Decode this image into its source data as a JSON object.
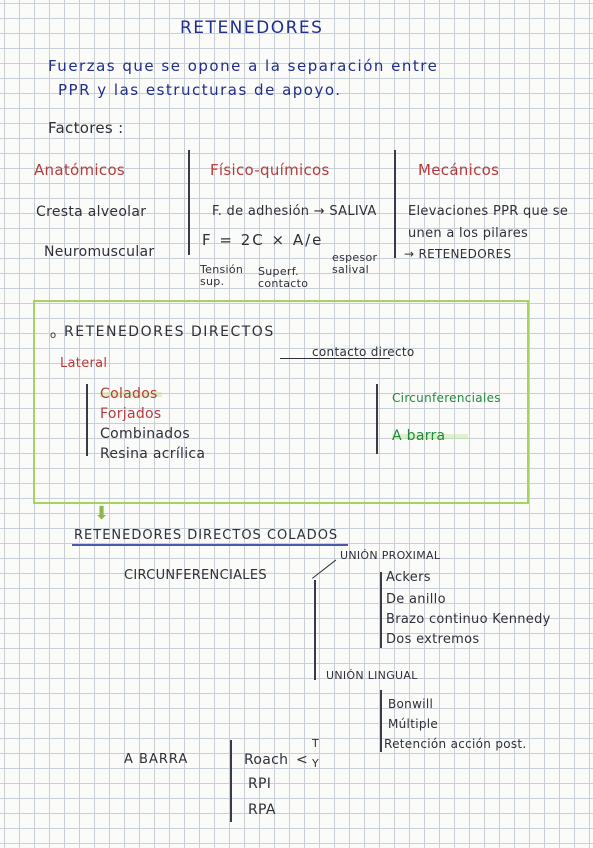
{
  "title": "RETENEDORES",
  "definition": {
    "line1": "Fuerzas que se opone a la separación entre",
    "line2": "PPR y las estructuras de apoyo."
  },
  "factors_label": "Factores :",
  "columns": {
    "anatomicos": {
      "header": "Anatómicos",
      "items": [
        "Cresta alveolar",
        "Neuromuscular"
      ]
    },
    "fisico": {
      "header": "Físico-químicos",
      "adhesion": "F. de adhesión → SALIVA",
      "formula": "F = 2C × A/e",
      "tension": "Tensión sup.",
      "superf": "Superf. contacto",
      "espesor": "espesor salival"
    },
    "mecanicos": {
      "header": "Mecánicos",
      "line1": "Elevaciones PPR que se",
      "line2": "unen a los pilares",
      "line3": "→ RETENEDORES"
    }
  },
  "box": {
    "heading": "RETENEDORES DIRECTOS",
    "lateral": "Lateral",
    "contacto": "contacto directo",
    "left_items": [
      "Colados",
      "Forjados",
      "Combinados",
      "Resina acrílica"
    ],
    "right_items": [
      "Circunferenciales",
      "A barra"
    ]
  },
  "section2": {
    "heading": "RETENEDORES DIRECTOS COLADOS",
    "circ": "CIRCUNFERENCIALES",
    "union_proximal": "UNIÓN PROXIMAL",
    "proximal_items": [
      "Ackers",
      "De anillo",
      "Brazo continuo Kennedy",
      "Dos extremos"
    ],
    "union_lingual": "UNIÓN LINGUAL",
    "lingual_items": [
      "Bonwill",
      "Múltiple",
      "Retención acción post."
    ],
    "barra": "A BARRA",
    "roach": "Roach",
    "roach_t": "T",
    "roach_y": "Y",
    "barra_items": [
      "RPI",
      "RPA"
    ]
  },
  "colors": {
    "ink_blue": "#1f2e8f",
    "ink_red": "#b83b3b",
    "ink_green": "#1f8a3c",
    "highlight": "#a6d35f"
  }
}
